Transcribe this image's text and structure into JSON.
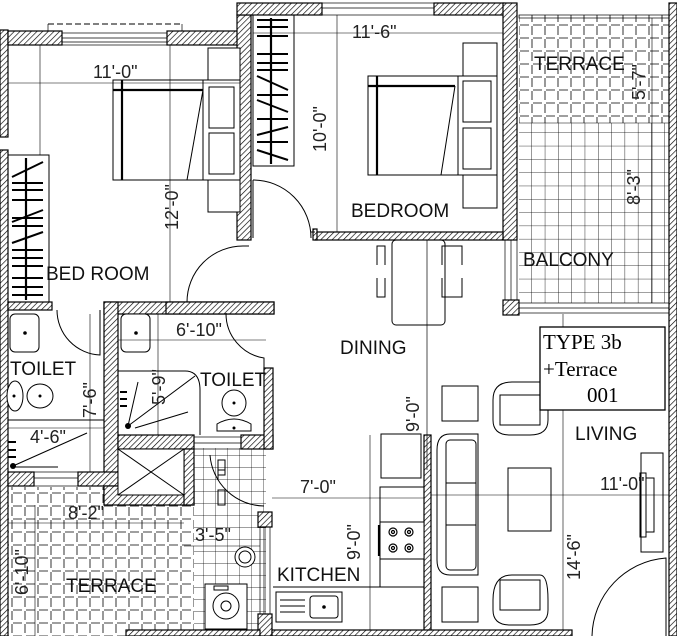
{
  "plan": {
    "title_box": {
      "line1": "TYPE 3b",
      "line2": "+Terrace",
      "line3": "001"
    },
    "rooms": {
      "bedroom_left": {
        "label": "BED ROOM",
        "width": "11'-0\"",
        "depth": "12'-0\""
      },
      "bedroom_right": {
        "label": "BEDROOM",
        "width": "11'-6\"",
        "depth": "10'-0\""
      },
      "terrace_top": {
        "label": "TERRACE",
        "depth": "5'-7\""
      },
      "balcony": {
        "label": "BALCONY",
        "depth": "8'-3\""
      },
      "toilet_left": {
        "label": "TOILET",
        "depth": "7'-6\"",
        "width": "4'-6\""
      },
      "toilet_mid": {
        "label": "TOILET",
        "width": "6'-10\"",
        "depth": "5'-9\""
      },
      "dining": {
        "label": "DINING",
        "depth": "9'-0\""
      },
      "living": {
        "label": "LIVING",
        "width": "11'-0\"",
        "depth": "14'-6\""
      },
      "kitchen": {
        "label": "KITCHEN",
        "width": "7'-0\"",
        "depth": "9'-0\""
      },
      "terrace_bottom": {
        "label": "TERRACE",
        "width": "8'-2\"",
        "depth": "6'-10\""
      },
      "utility": {
        "width": "3'-5\""
      }
    },
    "colors": {
      "line": "#000000",
      "background": "#ffffff",
      "hatch": "#000000"
    }
  }
}
